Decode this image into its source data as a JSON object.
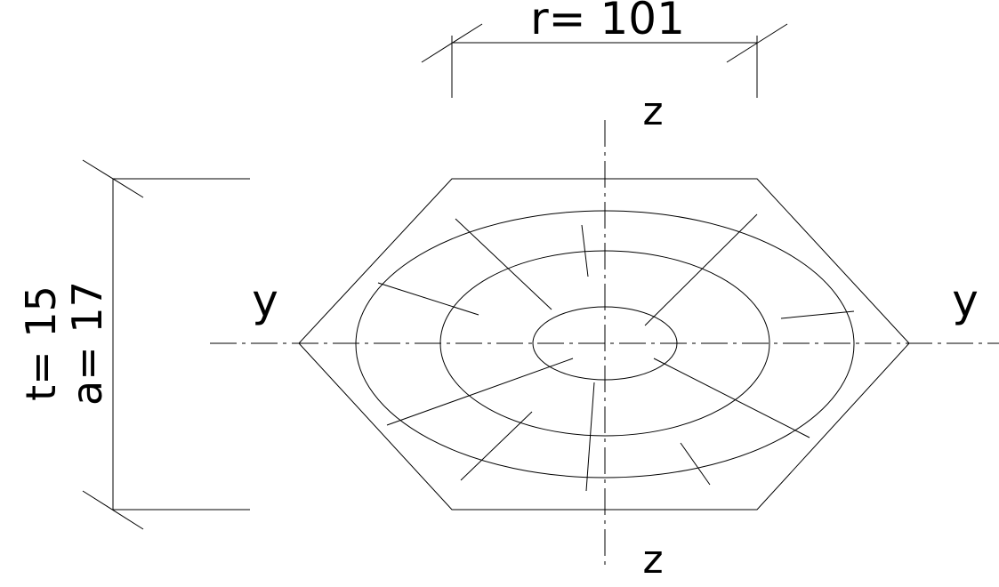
{
  "dimensions": {
    "top_label": "r= 101",
    "left_label_a": "a= 17",
    "left_label_b": "t= 15"
  },
  "axes": {
    "z_top": "z",
    "z_bottom": "z",
    "y_left": "y",
    "y_right": "y"
  },
  "colors": {
    "line": "#000000",
    "background": "#ffffff"
  }
}
